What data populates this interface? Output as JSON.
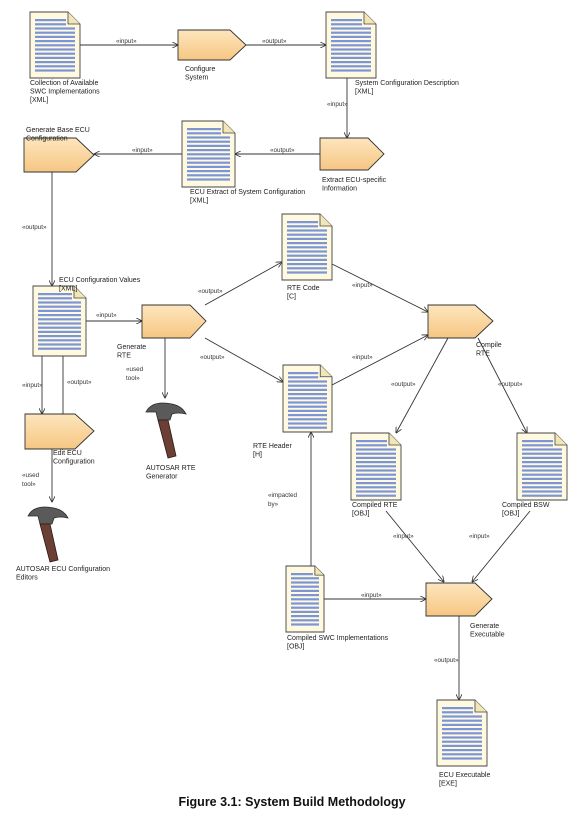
{
  "colors": {
    "activity_fill_light": "#fde6bd",
    "activity_fill_dark": "#f6c683",
    "document_paper": "#fff9df",
    "document_lines": "#7b95d6",
    "tool_head": "#5a5a5a",
    "tool_handle": "#6b3f33"
  },
  "documents": {
    "swc_impl": {
      "lines": [
        "Collection of Available",
        "SWC Implementations",
        "[XML]"
      ]
    },
    "sys_config": {
      "lines": [
        "System Configuration Description",
        "[XML]"
      ]
    },
    "ecu_extract": {
      "lines": [
        "ECU Extract of System Configuration",
        "[XML]"
      ]
    },
    "ecu_values": {
      "lines": [
        "ECU Configuration Values",
        "[XML]"
      ]
    },
    "rte_code": {
      "lines": [
        "RTE Code",
        "[C]"
      ]
    },
    "rte_header": {
      "lines": [
        "RTE Header",
        "[H]"
      ]
    },
    "compiled_rte": {
      "lines": [
        "Compiled RTE",
        "[OBJ]"
      ]
    },
    "compiled_bsw": {
      "lines": [
        "Compiled BSW",
        "[OBJ]"
      ]
    },
    "compiled_swc": {
      "lines": [
        "Compiled SWC Implementations",
        "[OBJ]"
      ]
    },
    "ecu_exe": {
      "lines": [
        "ECU Executable",
        "[EXE]"
      ]
    }
  },
  "activities": {
    "configure_system": {
      "lines": [
        "Configure",
        "System"
      ]
    },
    "extract_ecu": {
      "lines": [
        "Extract ECU-specific",
        "Information"
      ]
    },
    "generate_base": {
      "lines": [
        "Generate Base ECU",
        "Configuration"
      ]
    },
    "generate_rte": {
      "lines": [
        "Generate",
        "RTE"
      ]
    },
    "edit_ecu": {
      "lines": [
        "Edit ECU",
        "Configuration"
      ]
    },
    "compile_rte": {
      "lines": [
        "Compile",
        "RTE"
      ]
    },
    "generate_exe": {
      "lines": [
        "Generate",
        "Executable"
      ]
    }
  },
  "tools": {
    "rte_generator": {
      "lines": [
        "AUTOSAR RTE",
        "Generator"
      ]
    },
    "ecu_editors": {
      "lines": [
        "AUTOSAR ECU Configuration",
        "Editors"
      ]
    }
  },
  "edge_labels": {
    "input": "«input»",
    "output": "«output»",
    "used_tool": [
      "«used",
      "tool»"
    ],
    "impacted_by": [
      "«impacted",
      "by»"
    ]
  },
  "caption": "Figure 3.1: System Build Methodology"
}
